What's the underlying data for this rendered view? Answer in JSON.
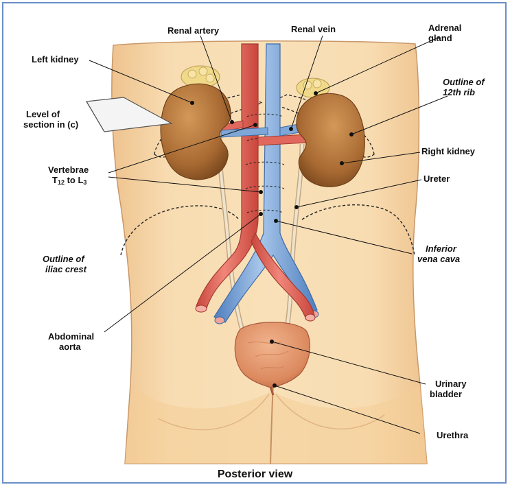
{
  "labels": {
    "renal_artery": "Renal artery",
    "renal_vein": "Renal vein",
    "adrenal_gland": [
      "Adrenal",
      "gland"
    ],
    "left_kidney": "Left kidney",
    "outline_12th_rib": [
      "Outline of",
      "12th rib"
    ],
    "level_of_section": [
      "Level of",
      "section in (c)"
    ],
    "right_kidney": "Right kidney",
    "vertebrae": {
      "line1": "Vertebrae",
      "t": "T",
      "t_sub": "12",
      "to": " to L",
      "l_sub": "3"
    },
    "ureter": "Ureter",
    "outline_iliac_crest": [
      "Outline of",
      "iliac crest"
    ],
    "inferior_vena_cava": [
      "Inferior",
      "vena cava"
    ],
    "abdominal_aorta": [
      "Abdominal",
      "aorta"
    ],
    "urinary_bladder": [
      "Urinary",
      "bladder"
    ],
    "urethra": "Urethra"
  },
  "caption": "Posterior view",
  "colors": {
    "skin": "#f6d6a6",
    "skin_shadow": "#e8b57c",
    "artery": "#e0685d",
    "vein": "#7ea7d8",
    "kidney": "#b57337",
    "adrenal": "#f1d98a",
    "ureter": "#efe3cc",
    "bladder": "#e4956c",
    "frame_border": "#6a8fc6"
  }
}
